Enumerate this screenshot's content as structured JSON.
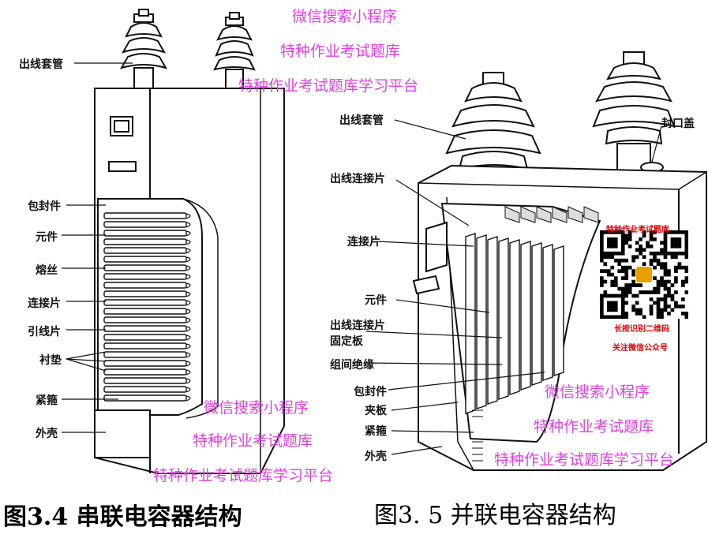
{
  "captions": {
    "left": "图3.4  串联电容器结构",
    "right": "图3. 5   并联电容器结构"
  },
  "left_labels": [
    "出线套管",
    "包封件",
    "元件",
    "熔丝",
    "连接片",
    "引线片",
    "衬垫",
    "紧箍",
    "外壳"
  ],
  "right_labels": [
    "出线套管",
    "封口盖",
    "出线连接片",
    "连接片",
    "元件",
    "出线连接片",
    "固定板",
    "组间绝缘",
    "包封件",
    "夹板",
    "紧箍",
    "外壳"
  ],
  "watermarks": [
    "微信搜索小程序",
    "特种作业考试题库",
    "特种作业考试题库学习平台"
  ],
  "qr": {
    "title": "特种作业考试题库",
    "line1": "长按识别二维码",
    "line2": "关注微信公众号"
  },
  "colors": {
    "watermark": "#e040e0",
    "qr_text": "#e00000",
    "ink": "#111111"
  }
}
